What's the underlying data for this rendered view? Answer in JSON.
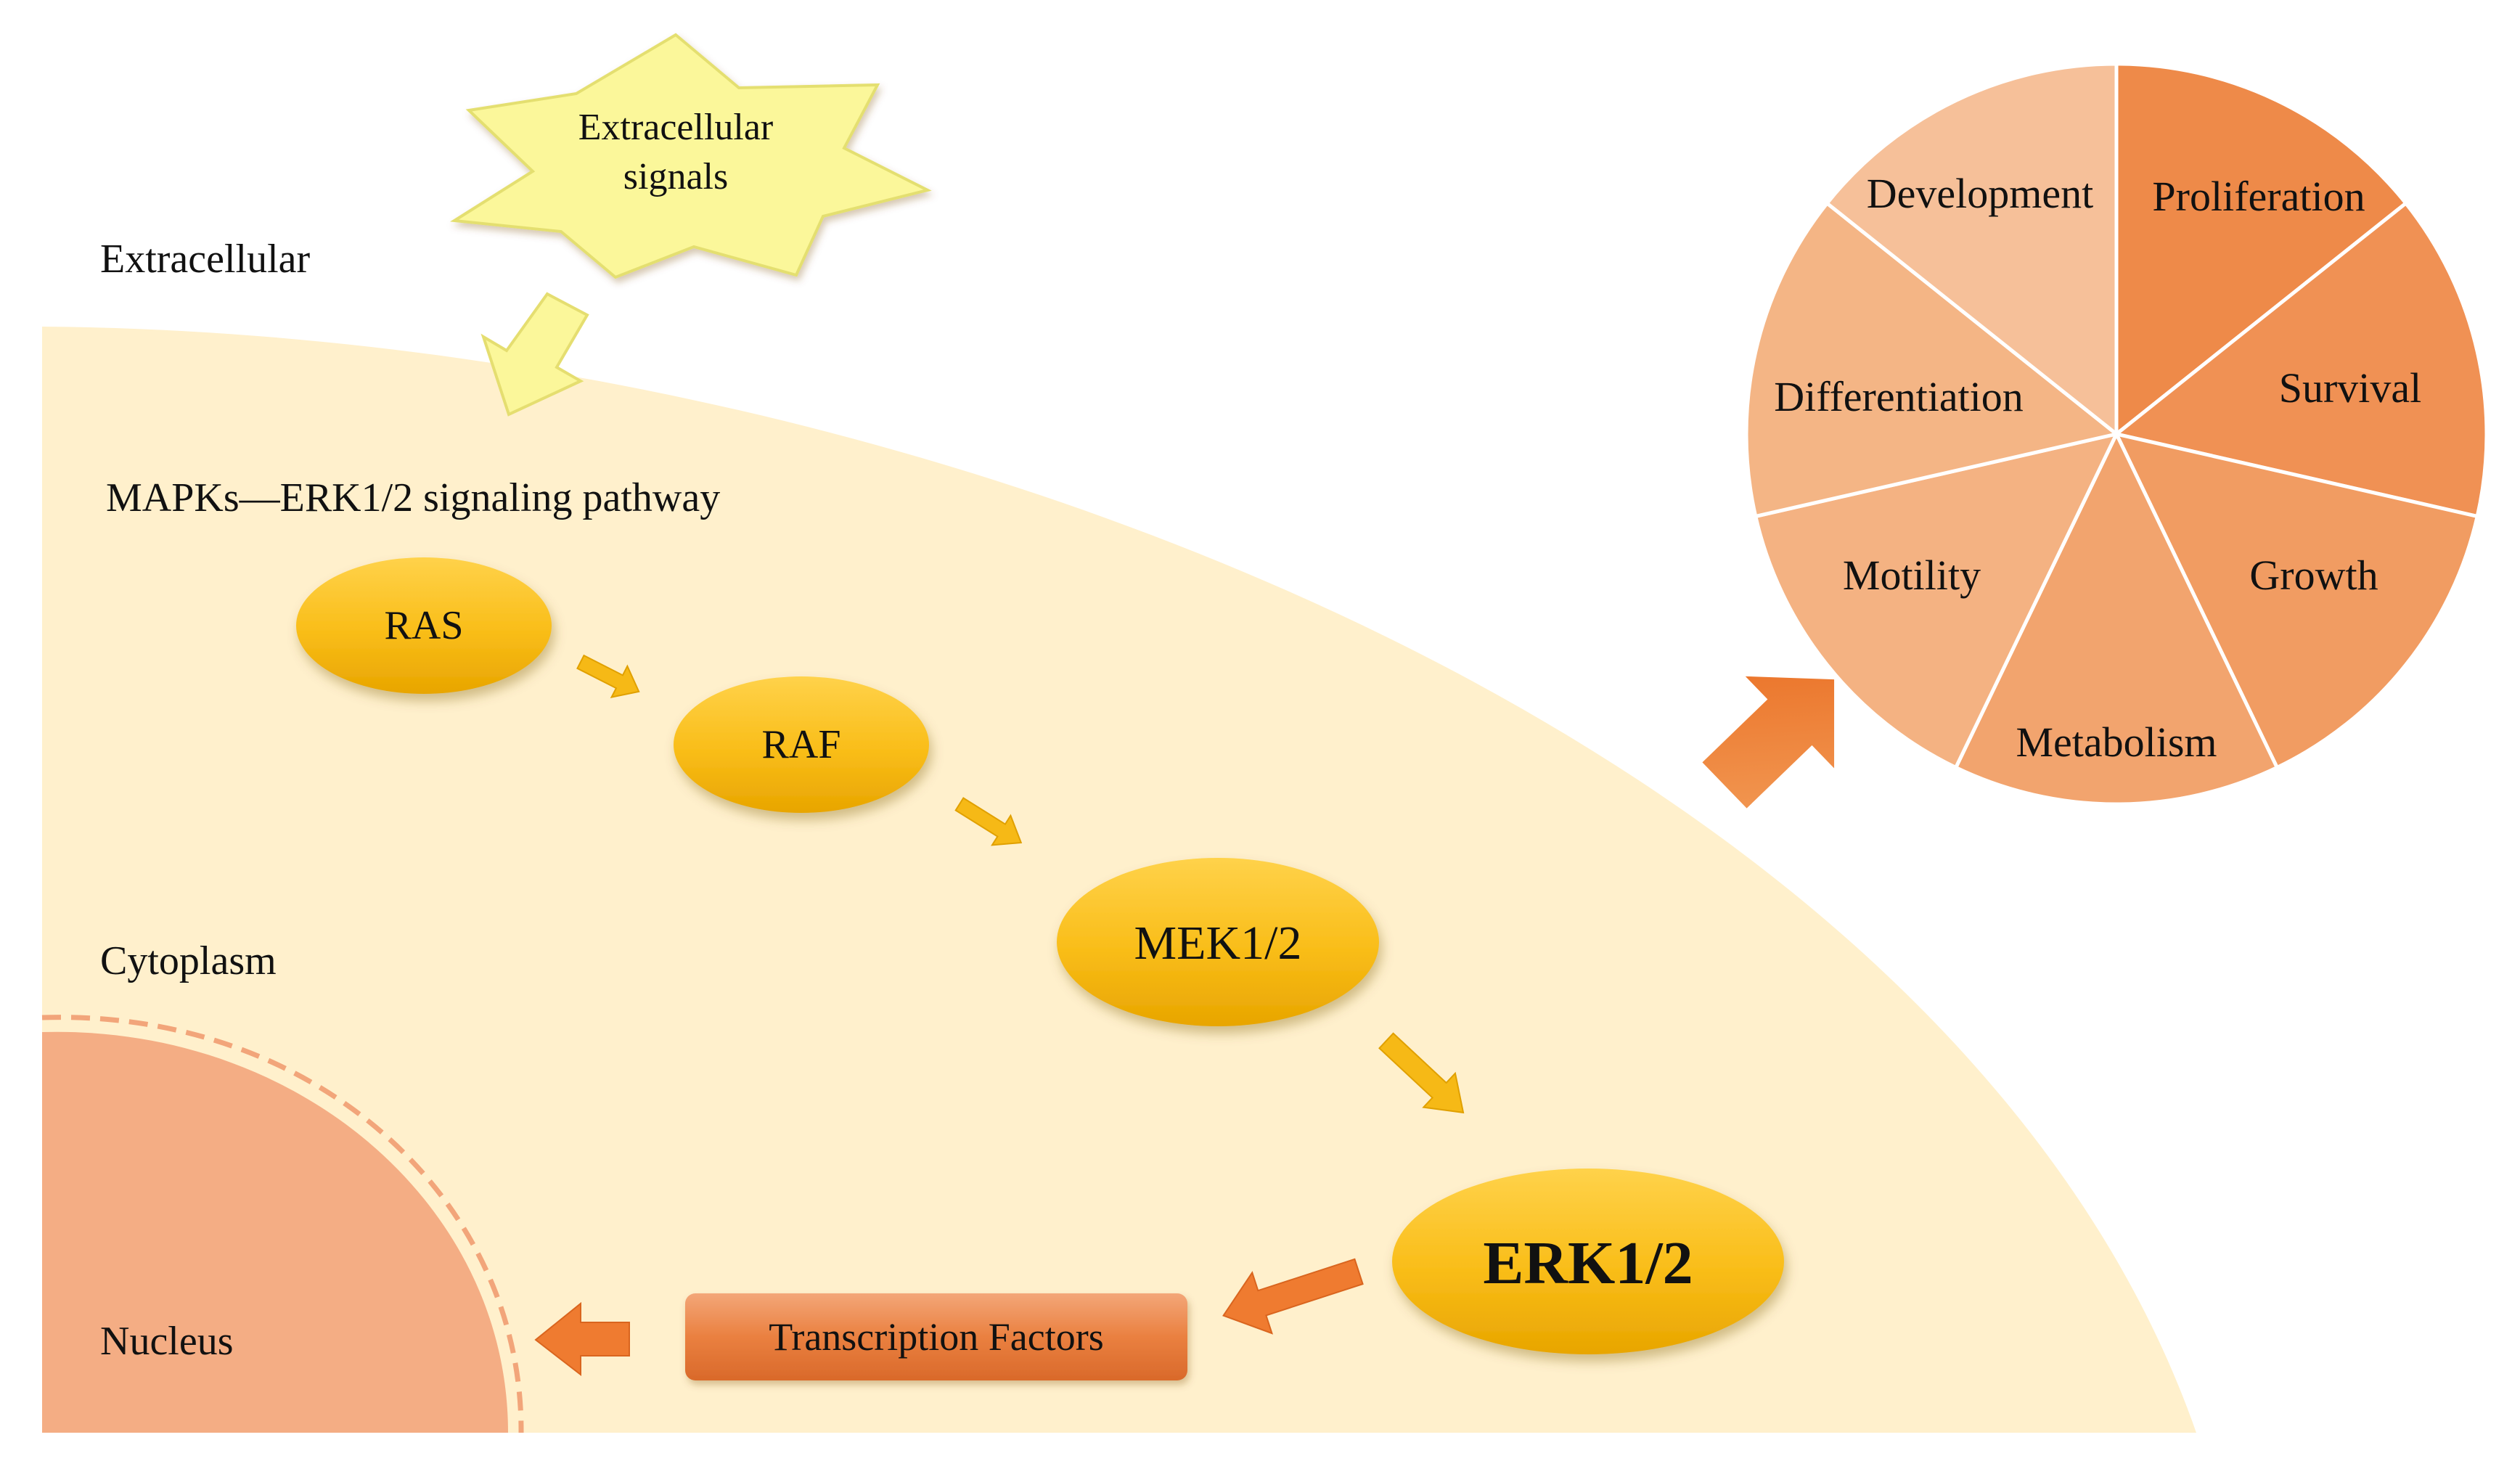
{
  "regions": {
    "extracellular": "Extracellular",
    "pathway_title": "MAPKs—ERK1/2 signaling  pathway",
    "cytoplasm": "Cytoplasm",
    "nucleus": "Nucleus"
  },
  "signal": {
    "line1": "Extracellular",
    "line2": "signals"
  },
  "kinases": {
    "ras": "RAS",
    "raf": "RAF",
    "mek": "MEK1/2",
    "erk": "ERK1/2"
  },
  "transcription_factors": "Transcription  Factors",
  "outcomes": [
    "Proliferation",
    "Survival",
    "Growth",
    "Metabolism",
    "Motility",
    "Differentiation",
    "Development"
  ],
  "colors": {
    "cell": "#fff0cc",
    "nucleus": "#f4ad84",
    "signal_star": "#fbf79a",
    "kinase": "#fbc21a",
    "arrow_pathway": "#f6b916",
    "arrow_orange": "#ef7b30",
    "transcription_box": "#eb8346",
    "pie": [
      "#ee8a49",
      "#f09154",
      "#f19c62",
      "#f2a46e",
      "#f4b282",
      "#f4b585",
      "#f6c099"
    ]
  }
}
